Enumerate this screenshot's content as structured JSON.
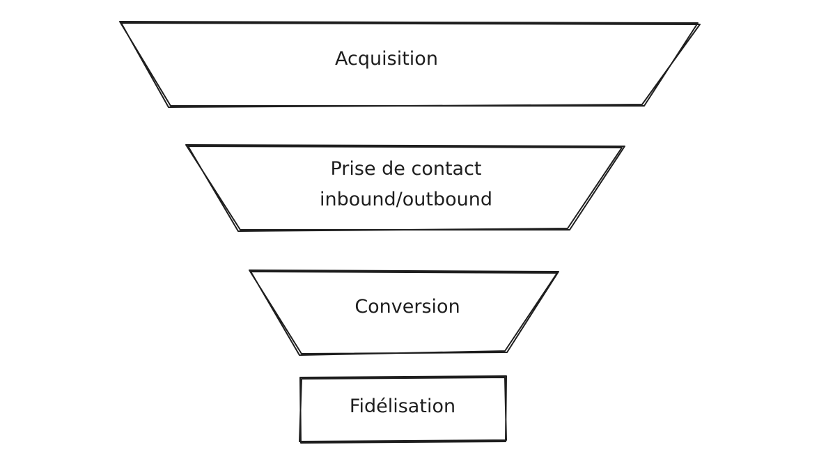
{
  "stages": [
    {
      "label": "Acquisition"
    },
    {
      "label": "Prise de contact",
      "label2": "inbound/outbound"
    },
    {
      "label": "Conversion"
    },
    {
      "label": "Fidélisation"
    }
  ],
  "stroke_color": "#1e1e1e"
}
